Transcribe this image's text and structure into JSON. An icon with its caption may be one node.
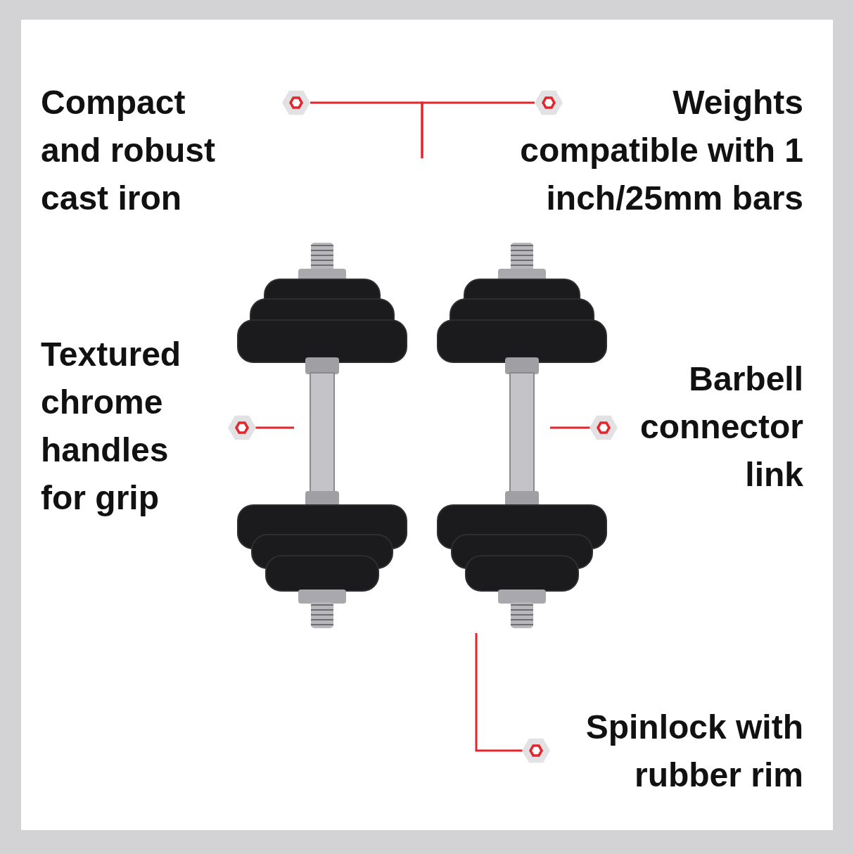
{
  "diagram": {
    "nodes": [
      {
        "text": [
          "Compact and robust cast iron"
        ]
      },
      {
        "text": [
          "Weights compatible with 1 inch/25mm bars"
        ]
      },
      {
        "text": [
          "Textured chrome handles for grip"
        ]
      },
      {
        "text": [
          "Barbell connector link"
        ]
      },
      {
        "text": [
          "Spinlock with rubber rim"
        ]
      },
      {
        "text": [],
        "shape": "picture"
      },
      {
        "text": [],
        "shape": "picture"
      }
    ],
    "edges": [
      {
        "from": 0,
        "to": null,
        "arrow": "none"
      },
      {
        "from": 1,
        "to": null,
        "arrow": "none"
      },
      {
        "from": 2,
        "to": 5,
        "arrow": "none"
      },
      {
        "from": 3,
        "to": 6,
        "arrow": "none"
      },
      {
        "from": 4,
        "to": 6,
        "arrow": "none"
      }
    ]
  }
}
